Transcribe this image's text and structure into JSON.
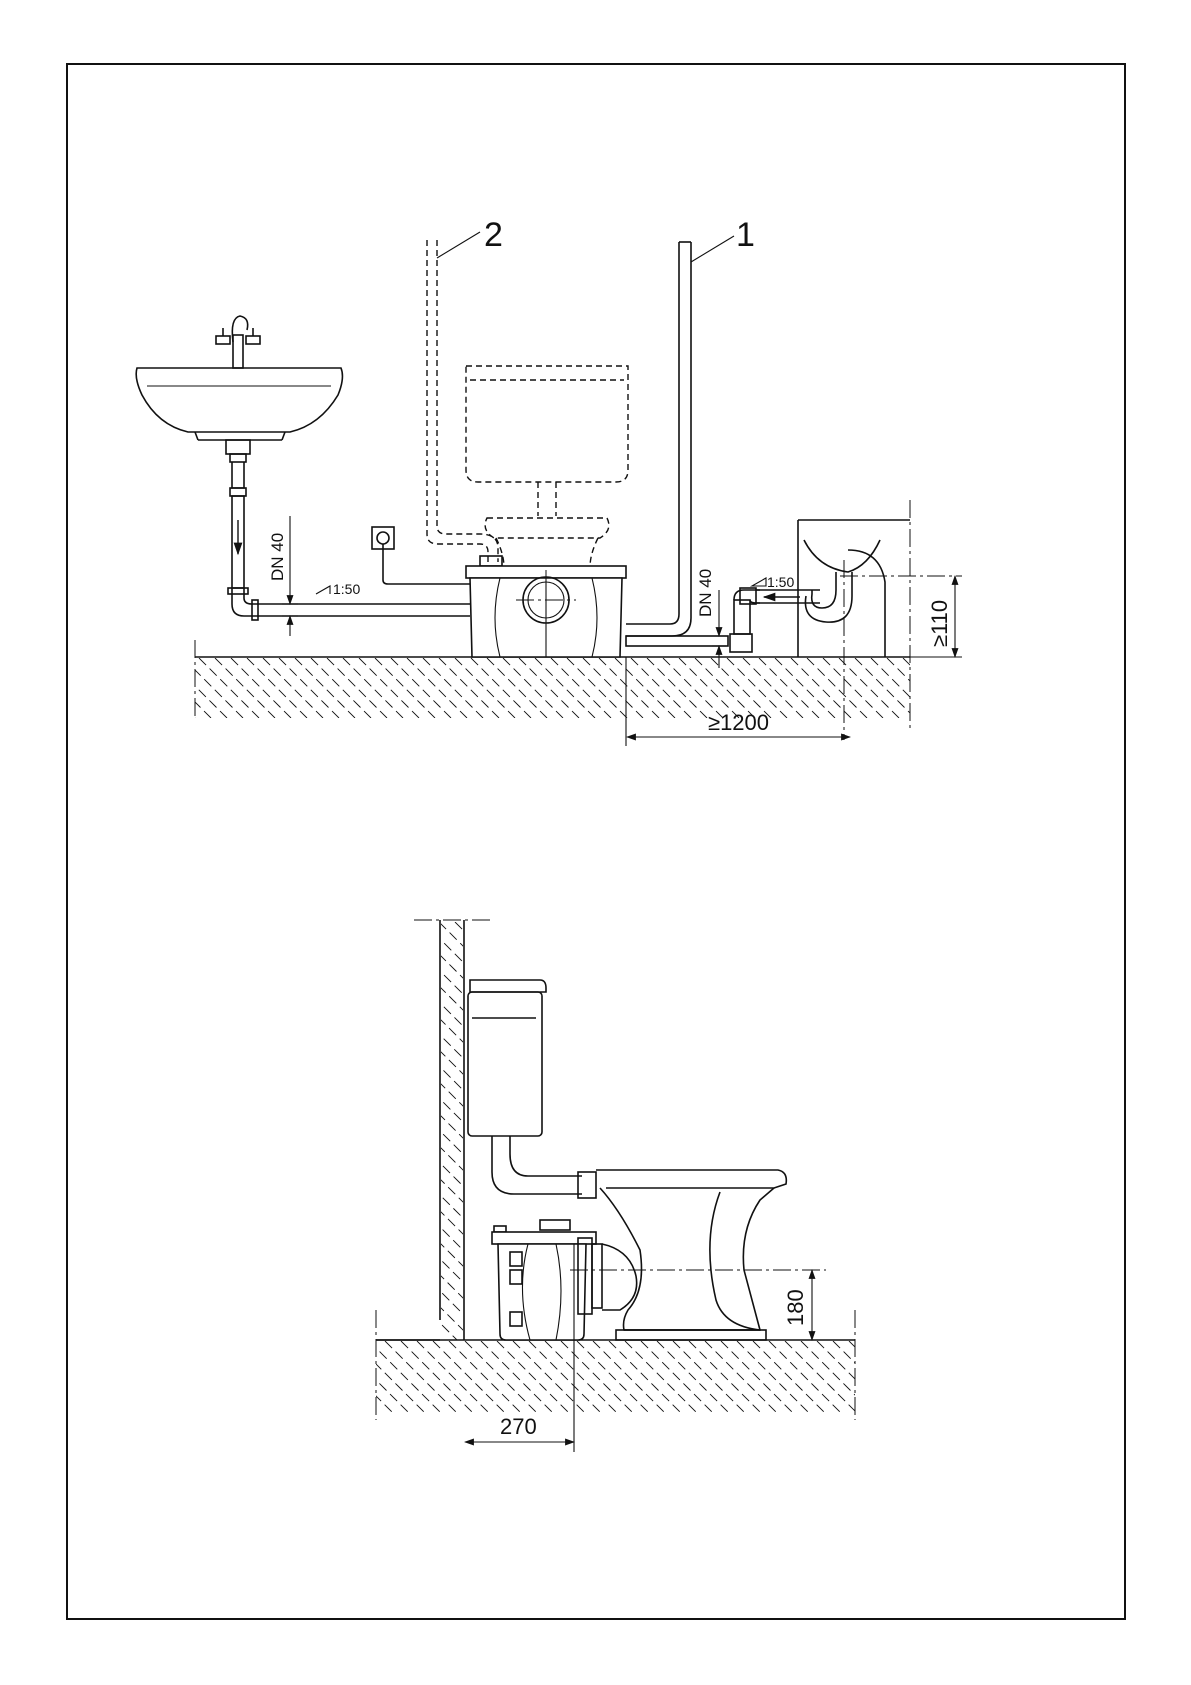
{
  "figure_top": {
    "callouts": [
      "1",
      "2"
    ],
    "dimensions": {
      "pipe_left": "DN 40",
      "pipe_right": "DN 40",
      "slope_left": "1:50",
      "slope_right": "1:50",
      "distance_horizontal": "≥1200",
      "height_inlet": "≥110"
    }
  },
  "figure_bottom": {
    "dimensions": {
      "width_wall": "270",
      "height_outlet": "180"
    }
  }
}
